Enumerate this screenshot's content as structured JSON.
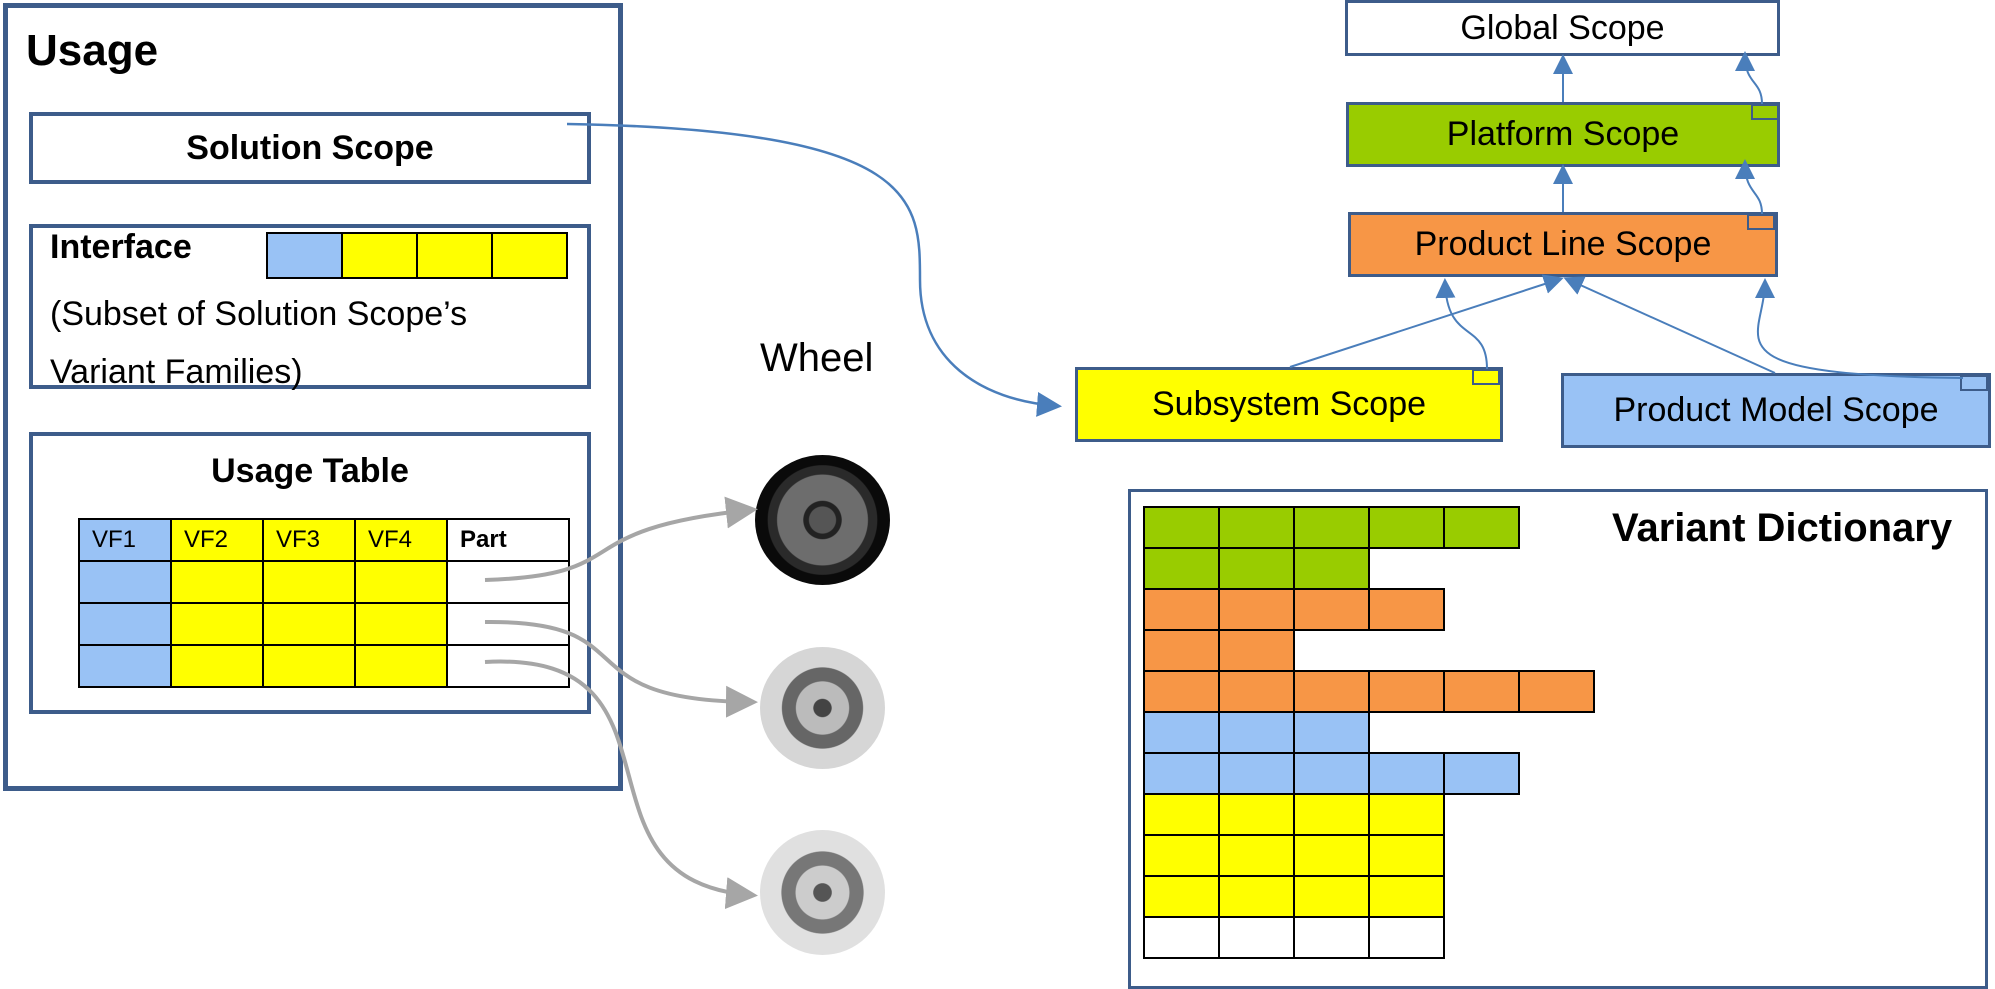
{
  "usage": {
    "title": "Usage",
    "solution_scope": "Solution Scope",
    "interface": {
      "title": "Interface",
      "description": "(Subset of Solution Scope’s Variant Families)",
      "cell_colors": [
        "#99c2f5",
        "#ffff00",
        "#ffff00",
        "#ffff00"
      ]
    },
    "usage_table": {
      "title": "Usage Table",
      "headers": [
        "VF1",
        "VF2",
        "VF3",
        "VF4",
        "Part"
      ],
      "row_count": 3
    }
  },
  "wheel": {
    "label": "Wheel",
    "images": [
      "steel-wheel",
      "alloy-wheel-1",
      "alloy-wheel-2"
    ]
  },
  "scopes": {
    "global": "Global Scope",
    "platform": "Platform Scope",
    "product_line": "Product Line Scope",
    "subsystem": "Subsystem Scope",
    "product_model": "Product Model Scope"
  },
  "variant_dictionary": {
    "title": "Variant Dictionary",
    "rows": [
      {
        "color": "#99cc00",
        "cells": 5
      },
      {
        "color": "#99cc00",
        "cells": 3
      },
      {
        "color": "#f79646",
        "cells": 4
      },
      {
        "color": "#f79646",
        "cells": 2
      },
      {
        "color": "#f79646",
        "cells": 6
      },
      {
        "color": "#99c2f5",
        "cells": 3
      },
      {
        "color": "#99c2f5",
        "cells": 5
      },
      {
        "color": "#ffff00",
        "cells": 4
      },
      {
        "color": "#ffff00",
        "cells": 4
      },
      {
        "color": "#ffff00",
        "cells": 4
      },
      {
        "color": "#ffffff",
        "cells": 4
      }
    ]
  },
  "colors": {
    "border": "#3d5c8a",
    "arrow_blue": "#4a7ebb",
    "arrow_gray": "#a6a6a6"
  }
}
